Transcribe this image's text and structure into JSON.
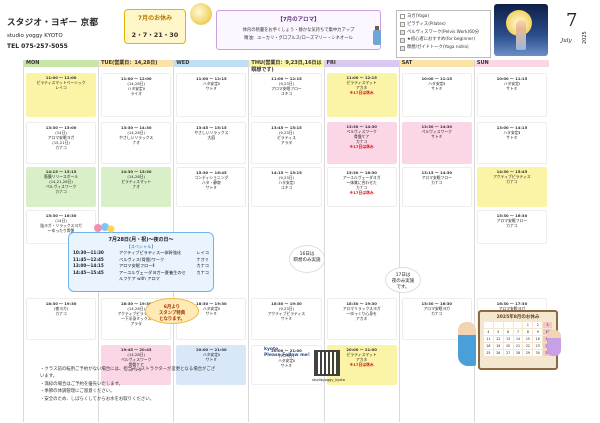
{
  "header": {
    "studio_name": "スタジオ・ヨギー 京都",
    "studio_sub": "studio yoggy KYOTO",
    "tel": "TEL 075-257-5055",
    "holiday_title": "7月のお休み",
    "holiday_dates": "2・7・21・30",
    "aroma_title": "【7月のアロマ】",
    "aroma_desc": "体内の熱量をお手くしょう・静かな気持ちで集中力アップ",
    "aroma_oils": "精油：ユーカリ・グロブルス/ローズマリー・シネオール",
    "legend": [
      {
        "label": "ヨガ(Yoga)",
        "color": "#ffffff"
      },
      {
        "label": "ピラティス(Pilates)",
        "color": "#fbf3a6"
      },
      {
        "label": "ペルヴィスワーク(Pelvis Work)60分",
        "color": "#fbd6e6"
      },
      {
        "label": "★初心者におすすめ(for beginner)",
        "color": "#d9efc7"
      },
      {
        "label": "瞑想/ガイドトーク(Yoga nidra)",
        "color": "#d8e8f8"
      }
    ],
    "month_num": "7",
    "month_en": "July",
    "month_year": "2025"
  },
  "days": [
    {
      "label": "MON",
      "color": "#c8e6a8"
    },
    {
      "label": "TUE(営業日：14,28日)",
      "color": "#fbe3a8"
    },
    {
      "label": "WED",
      "color": "#bde0f4"
    },
    {
      "label": "THU(営業日：9,23日,16日は瞑想です)",
      "color": "#fbf3a6"
    },
    {
      "label": "FRI",
      "color": "#d9c8ef"
    },
    {
      "label": "SAT",
      "color": "#fbe3a8"
    },
    {
      "label": "SUN",
      "color": "#fbd6e6"
    }
  ],
  "classes": [
    {
      "day": 0,
      "slot": 0,
      "bg": "c-y",
      "time": "11:00 ～ 12:00",
      "name": "ピラティスマットベーシック",
      "teacher": "レイコ",
      "extra": ""
    },
    {
      "day": 0,
      "slot": 1,
      "bg": "c-w",
      "time": "13:30 ～ 15:00",
      "name": "(14日)\nアロマ安眠ヨガ\n(15,21日)",
      "teacher": "カナコ",
      "extra": ""
    },
    {
      "day": 0,
      "slot": 2,
      "bg": "c-g",
      "time": "14:15 ～ 15:15",
      "name": "筋膜リリースボール\n(14,21,28日)\nペルヴィスワーク",
      "teacher": "カナコ",
      "extra": ""
    },
    {
      "day": 0,
      "slot": 3,
      "bg": "c-w",
      "time": "15:30 ～ 16:30",
      "name": "(14日)\n陰ヨガ・リラックスヨガ\n～ゆったり骨盤",
      "teacher": "",
      "extra": ""
    },
    {
      "day": 0,
      "slot": 4,
      "bg": "c-w",
      "time": "18:30 ～ 19:30",
      "name": "(夜ヨガ)",
      "teacher": "カナコ",
      "extra": ""
    },
    {
      "day": 1,
      "slot": 0,
      "bg": "c-w",
      "time": "11:00 ～ 12:00",
      "name": "(14,28日)\nハタ安定Ⅱ",
      "teacher": "ライオ",
      "extra": ""
    },
    {
      "day": 1,
      "slot": 1,
      "bg": "c-w",
      "time": "13:30 ～ 14:30",
      "name": "(14,28日)\nやさしいリラックス",
      "teacher": "ナオ",
      "extra": ""
    },
    {
      "day": 1,
      "slot": 2,
      "bg": "c-g",
      "time": "14:30 ～ 15:30",
      "name": "(14,28日)\nピラティスマット",
      "teacher": "ナオ",
      "extra": ""
    },
    {
      "day": 1,
      "slot": 4,
      "bg": "c-w",
      "time": "18:30 ～ 19:30",
      "name": "(14,28日)\nアクティブピラティス\n～下半身ミックス",
      "teacher": "アラタ",
      "extra": ""
    },
    {
      "day": 1,
      "slot": 5,
      "bg": "c-p",
      "time": "19:45 ～ 20:45",
      "name": "(14,28日)\nペルヴィスワーク\n骨盤ケア",
      "teacher": "アラタ",
      "extra": ""
    },
    {
      "day": 2,
      "slot": 0,
      "bg": "c-w",
      "time": "11:00 ～ 12:15",
      "name": "ハタ安定Ⅱ",
      "teacher": "サトミ",
      "extra": ""
    },
    {
      "day": 2,
      "slot": 1,
      "bg": "c-w",
      "time": "13:45 ～ 15:15",
      "name": "やさしいリラックス",
      "teacher": "大庭",
      "extra": ""
    },
    {
      "day": 2,
      "slot": 2,
      "bg": "c-w",
      "time": "15:30 ～ 16:45",
      "name": "コンディショニング\nハタ・静寂",
      "teacher": "サトミ",
      "extra": ""
    },
    {
      "day": 2,
      "slot": 4,
      "bg": "c-w",
      "time": "18:30 ～ 19:30",
      "name": "ハタ安定Ⅱ",
      "teacher": "サトミ",
      "extra": ""
    },
    {
      "day": 2,
      "slot": 5,
      "bg": "c-b",
      "time": "20:00 ～ 21:00",
      "name": "ハタ安定Ⅱ",
      "teacher": "サトミ",
      "extra": ""
    },
    {
      "day": 3,
      "slot": 0,
      "bg": "c-w",
      "time": "11:00 ～ 12:15",
      "name": "(9,23日)\nアロマ安眠フロー",
      "teacher": "ユキコ",
      "extra": ""
    },
    {
      "day": 3,
      "slot": 1,
      "bg": "c-w",
      "time": "13:45 ～ 15:15",
      "name": "(9,23日)\nピラティス",
      "teacher": "アラタ",
      "extra": ""
    },
    {
      "day": 3,
      "slot": 2,
      "bg": "c-w",
      "time": "14:15 ～ 15:15",
      "name": "(9,23日)\nハタ安定Ⅰ",
      "teacher": "ユキコ",
      "extra": ""
    },
    {
      "day": 3,
      "slot": 4,
      "bg": "c-w",
      "time": "18:30 ～ 19:30",
      "name": "(9,23日)\nアクティブピラティス",
      "teacher": "サトミ",
      "extra": ""
    },
    {
      "day": 3,
      "slot": 5,
      "bg": "c-w",
      "time": "20:00 ～ 21:00",
      "name": "(9,23日)\nハタ安定Ⅱ",
      "teacher": "サトミ",
      "extra": ""
    },
    {
      "day": 4,
      "slot": 0,
      "bg": "c-y",
      "time": "11:00 ～ 12:15",
      "name": "ピラティスマット",
      "teacher": "アカネ",
      "extra": "※17日は休み"
    },
    {
      "day": 4,
      "slot": 1,
      "bg": "c-p",
      "time": "13:30 ～ 14:30",
      "name": "ペルヴィスワーク\n骨盤ケア",
      "teacher": "カナコ",
      "extra": "※17日は休み"
    },
    {
      "day": 4,
      "slot": 2,
      "bg": "c-w",
      "time": "15:30 ～ 16:30",
      "name": "アーユルヴェーダヨガ\n～体質に合わせた",
      "teacher": "カナコ",
      "extra": "※17日は休み"
    },
    {
      "day": 4,
      "slot": 4,
      "bg": "c-w",
      "time": "18:30 ～ 19:30",
      "name": "アロマリラックスヨガ\n～ゆっくり心身を",
      "teacher": "アカネ",
      "extra": ""
    },
    {
      "day": 4,
      "slot": 5,
      "bg": "c-y",
      "time": "20:00 ～ 21:00",
      "name": "ピラティスマット",
      "teacher": "アカネ",
      "extra": "※17日は休み"
    },
    {
      "day": 5,
      "slot": 0,
      "bg": "c-w",
      "time": "10:00 ～ 11:15",
      "name": "ハタ安定Ⅱ",
      "teacher": "サトミ",
      "extra": ""
    },
    {
      "day": 5,
      "slot": 1,
      "bg": "c-p",
      "time": "13:30 ～ 14:30",
      "name": "ペルヴィスワーク",
      "teacher": "サトミ",
      "extra": ""
    },
    {
      "day": 5,
      "slot": 2,
      "bg": "c-w",
      "time": "13:15 ～ 14:30",
      "name": "アロマ安眠フロー",
      "teacher": "カナコ",
      "extra": ""
    },
    {
      "day": 5,
      "slot": 4,
      "bg": "c-w",
      "time": "15:30 ～ 16:30",
      "name": "アロマ安眠ヨガ",
      "teacher": "カナコ",
      "extra": ""
    },
    {
      "day": 6,
      "slot": 0,
      "bg": "c-w",
      "time": "10:00 ～ 11:15",
      "name": "ハタ安定Ⅰ",
      "teacher": "サトミ",
      "extra": ""
    },
    {
      "day": 6,
      "slot": 1,
      "bg": "c-w",
      "time": "13:00 ～ 14:15",
      "name": "ハタ安定Ⅱ",
      "teacher": "サトミ",
      "extra": ""
    },
    {
      "day": 6,
      "slot": 2,
      "bg": "c-y",
      "time": "14:30 ～ 15:45",
      "name": "アクティブピラティス",
      "teacher": "カナコ",
      "extra": ""
    },
    {
      "day": 6,
      "slot": 3,
      "bg": "c-w",
      "time": "15:30 ～ 16:30",
      "name": "アロマ安眠フロー",
      "teacher": "カナコ",
      "extra": ""
    },
    {
      "day": 6,
      "slot": 4,
      "bg": "c-w",
      "time": "16:30 ～ 17:30",
      "name": "アロマ安眠ヨガ",
      "teacher": "カナコ",
      "extra": ""
    }
  ],
  "event": {
    "title": "7月28日(月・祝)～夜の日～",
    "subtitle": "【スペシャル】",
    "rows": [
      {
        "time": "10:30～11:30",
        "name": "アクティブピラティス～体幹強化",
        "teacher": "レイコ"
      },
      {
        "time": "11:45～12:45",
        "name": "ペルヴィス(骨盤)ワーク",
        "teacher": "ナオミ"
      },
      {
        "time": "13:00～14:15",
        "name": "アロマ安眠フローⅡ",
        "teacher": "カナコ"
      },
      {
        "time": "14:45～15:45",
        "name": "アーユルヴェーダヨガ～夏養生のセルフケア with アロマ",
        "teacher": "カナコ"
      }
    ]
  },
  "note16": "16日は\n瞑想のみ実施",
  "note17": "17日は\n夜のみ実施\nです。",
  "stamp_note": "6月より\nスタンプ特典\nとなります。",
  "notes": [
    "・クラス前の転用ご予約がない場合には、担当インストラクターが変更となる場合がございます。",
    "・満枠の場合はご予約を優先いたします。",
    "・季節の体調管理にご留意ください。",
    "・安全のため、しばらくしてからお水をお取りください。"
  ],
  "insta": "kyoto\nPlease Follow me!",
  "qr_label": "studioyoggy_kyoto",
  "next_cal": {
    "title": "2025年8月のお休み",
    "cells": [
      "",
      "",
      "",
      "",
      "1",
      "2",
      "3",
      "4",
      "5",
      "6",
      "7",
      "8",
      "9",
      "10",
      "11",
      "12",
      "13",
      "14",
      "15",
      "16",
      "17",
      "18",
      "19",
      "20",
      "21",
      "22",
      "23",
      "24",
      "25",
      "26",
      "27",
      "28",
      "29",
      "30",
      "31"
    ],
    "holidays": [
      "3",
      "10",
      "17",
      "24",
      "31"
    ]
  }
}
